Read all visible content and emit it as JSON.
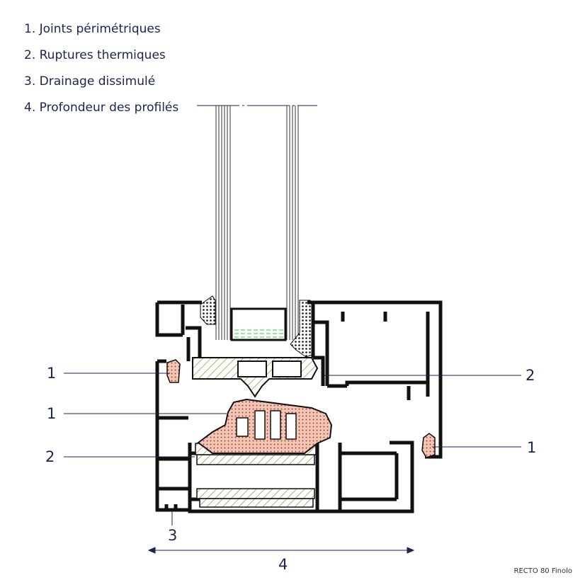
{
  "legend": {
    "items": [
      "1. Joints périmétriques",
      "2. Ruptures thermiques",
      "3. Drainage dissimulé",
      "4. Profondeur des profilés"
    ]
  },
  "callouts": {
    "left_joint_top": "1",
    "left_joint_mid": "1",
    "left_thermal": "2",
    "right_thermal": "2",
    "right_joint": "1",
    "drainage": "3",
    "depth": "4"
  },
  "caption": "RECTO 80 Finolo",
  "colors": {
    "frame": "#111111",
    "text": "#1a2550",
    "gasket_fill": "#f0c8b8",
    "gasket_dots": "#c0392b",
    "thermal_hatch": "#9a8a3a",
    "spacer_green": "#2ecc40",
    "leader": "#1a2550"
  }
}
